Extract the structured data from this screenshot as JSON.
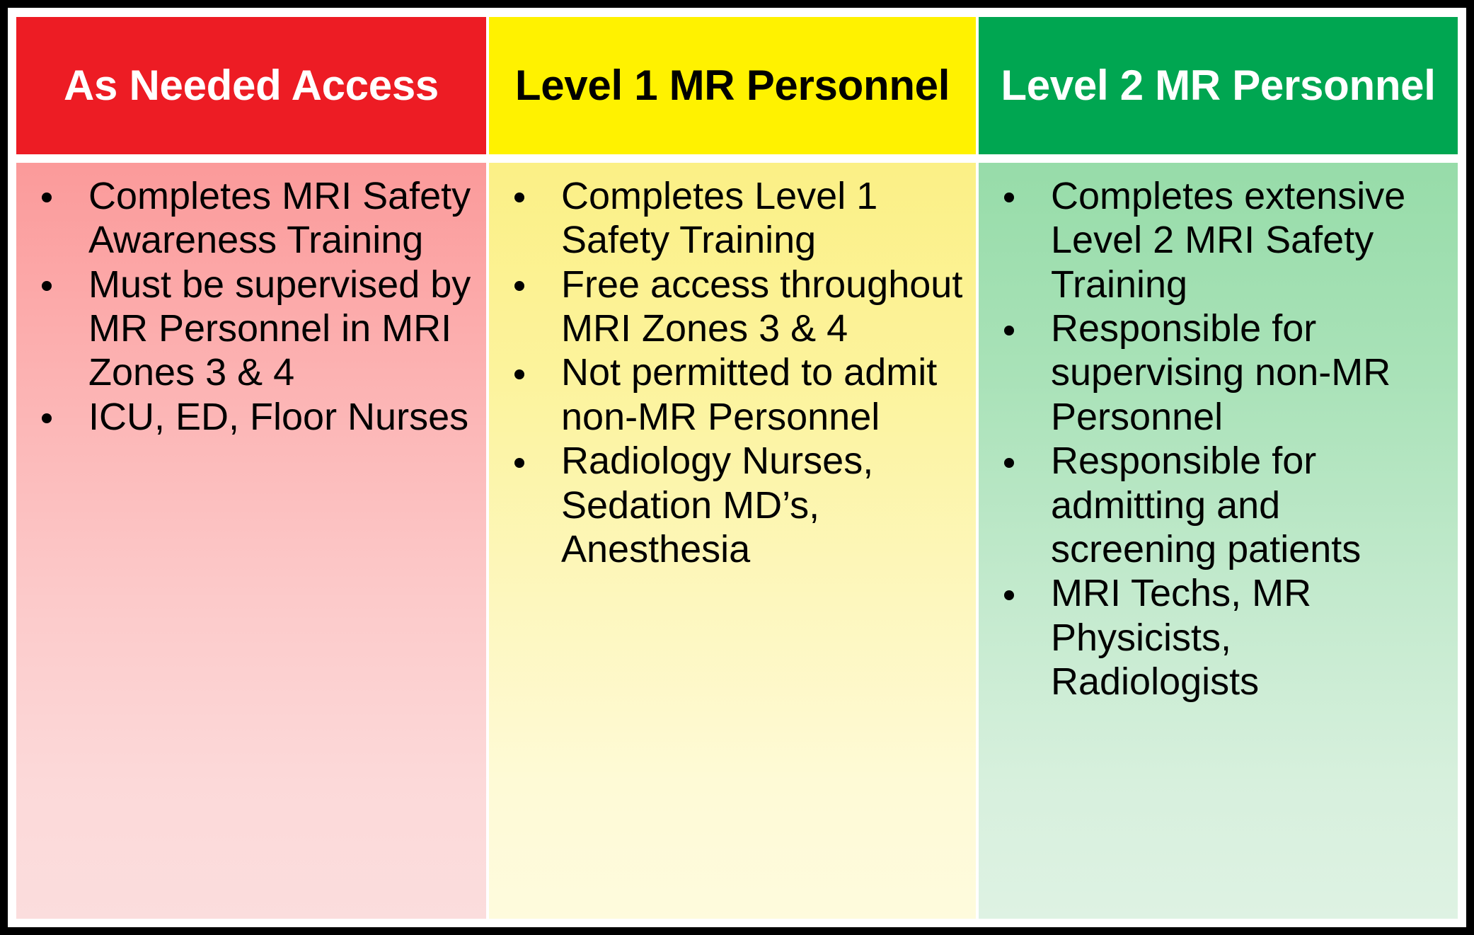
{
  "table": {
    "columns": [
      {
        "id": "as-needed-access",
        "header": "As Needed Access",
        "header_bg": "#ED1C24",
        "header_color": "#FFFFFF",
        "body_bg": "#FB9A9A",
        "bullets": [
          "Completes MRI Safety Awareness Training",
          "Must be supervised by MR Personnel in MRI Zones 3 & 4",
          "ICU, ED, Floor Nurses"
        ]
      },
      {
        "id": "level-1-mr-personnel",
        "header": "Level 1 MR Personnel",
        "header_bg": "#FFF200",
        "header_color": "#000000",
        "body_bg": "#FBF086",
        "bullets": [
          "Completes Level 1 Safety Training",
          "Free access throughout MRI Zones 3 & 4",
          "Not permitted to admit non-MR Personnel",
          "Radiology Nurses, Sedation MD’s, Anesthesia"
        ]
      },
      {
        "id": "level-2-mr-personnel",
        "header": "Level 2 MR Personnel",
        "header_bg": "#00A651",
        "header_color": "#FFFFFF",
        "body_bg": "#97DCA9",
        "bullets": [
          "Completes extensive Level 2 MRI Safety Training",
          "Responsible for supervising non-MR Personnel",
          "Responsible for admitting and screening patients",
          "MRI Techs, MR Physicists, Radiologists"
        ]
      }
    ]
  }
}
